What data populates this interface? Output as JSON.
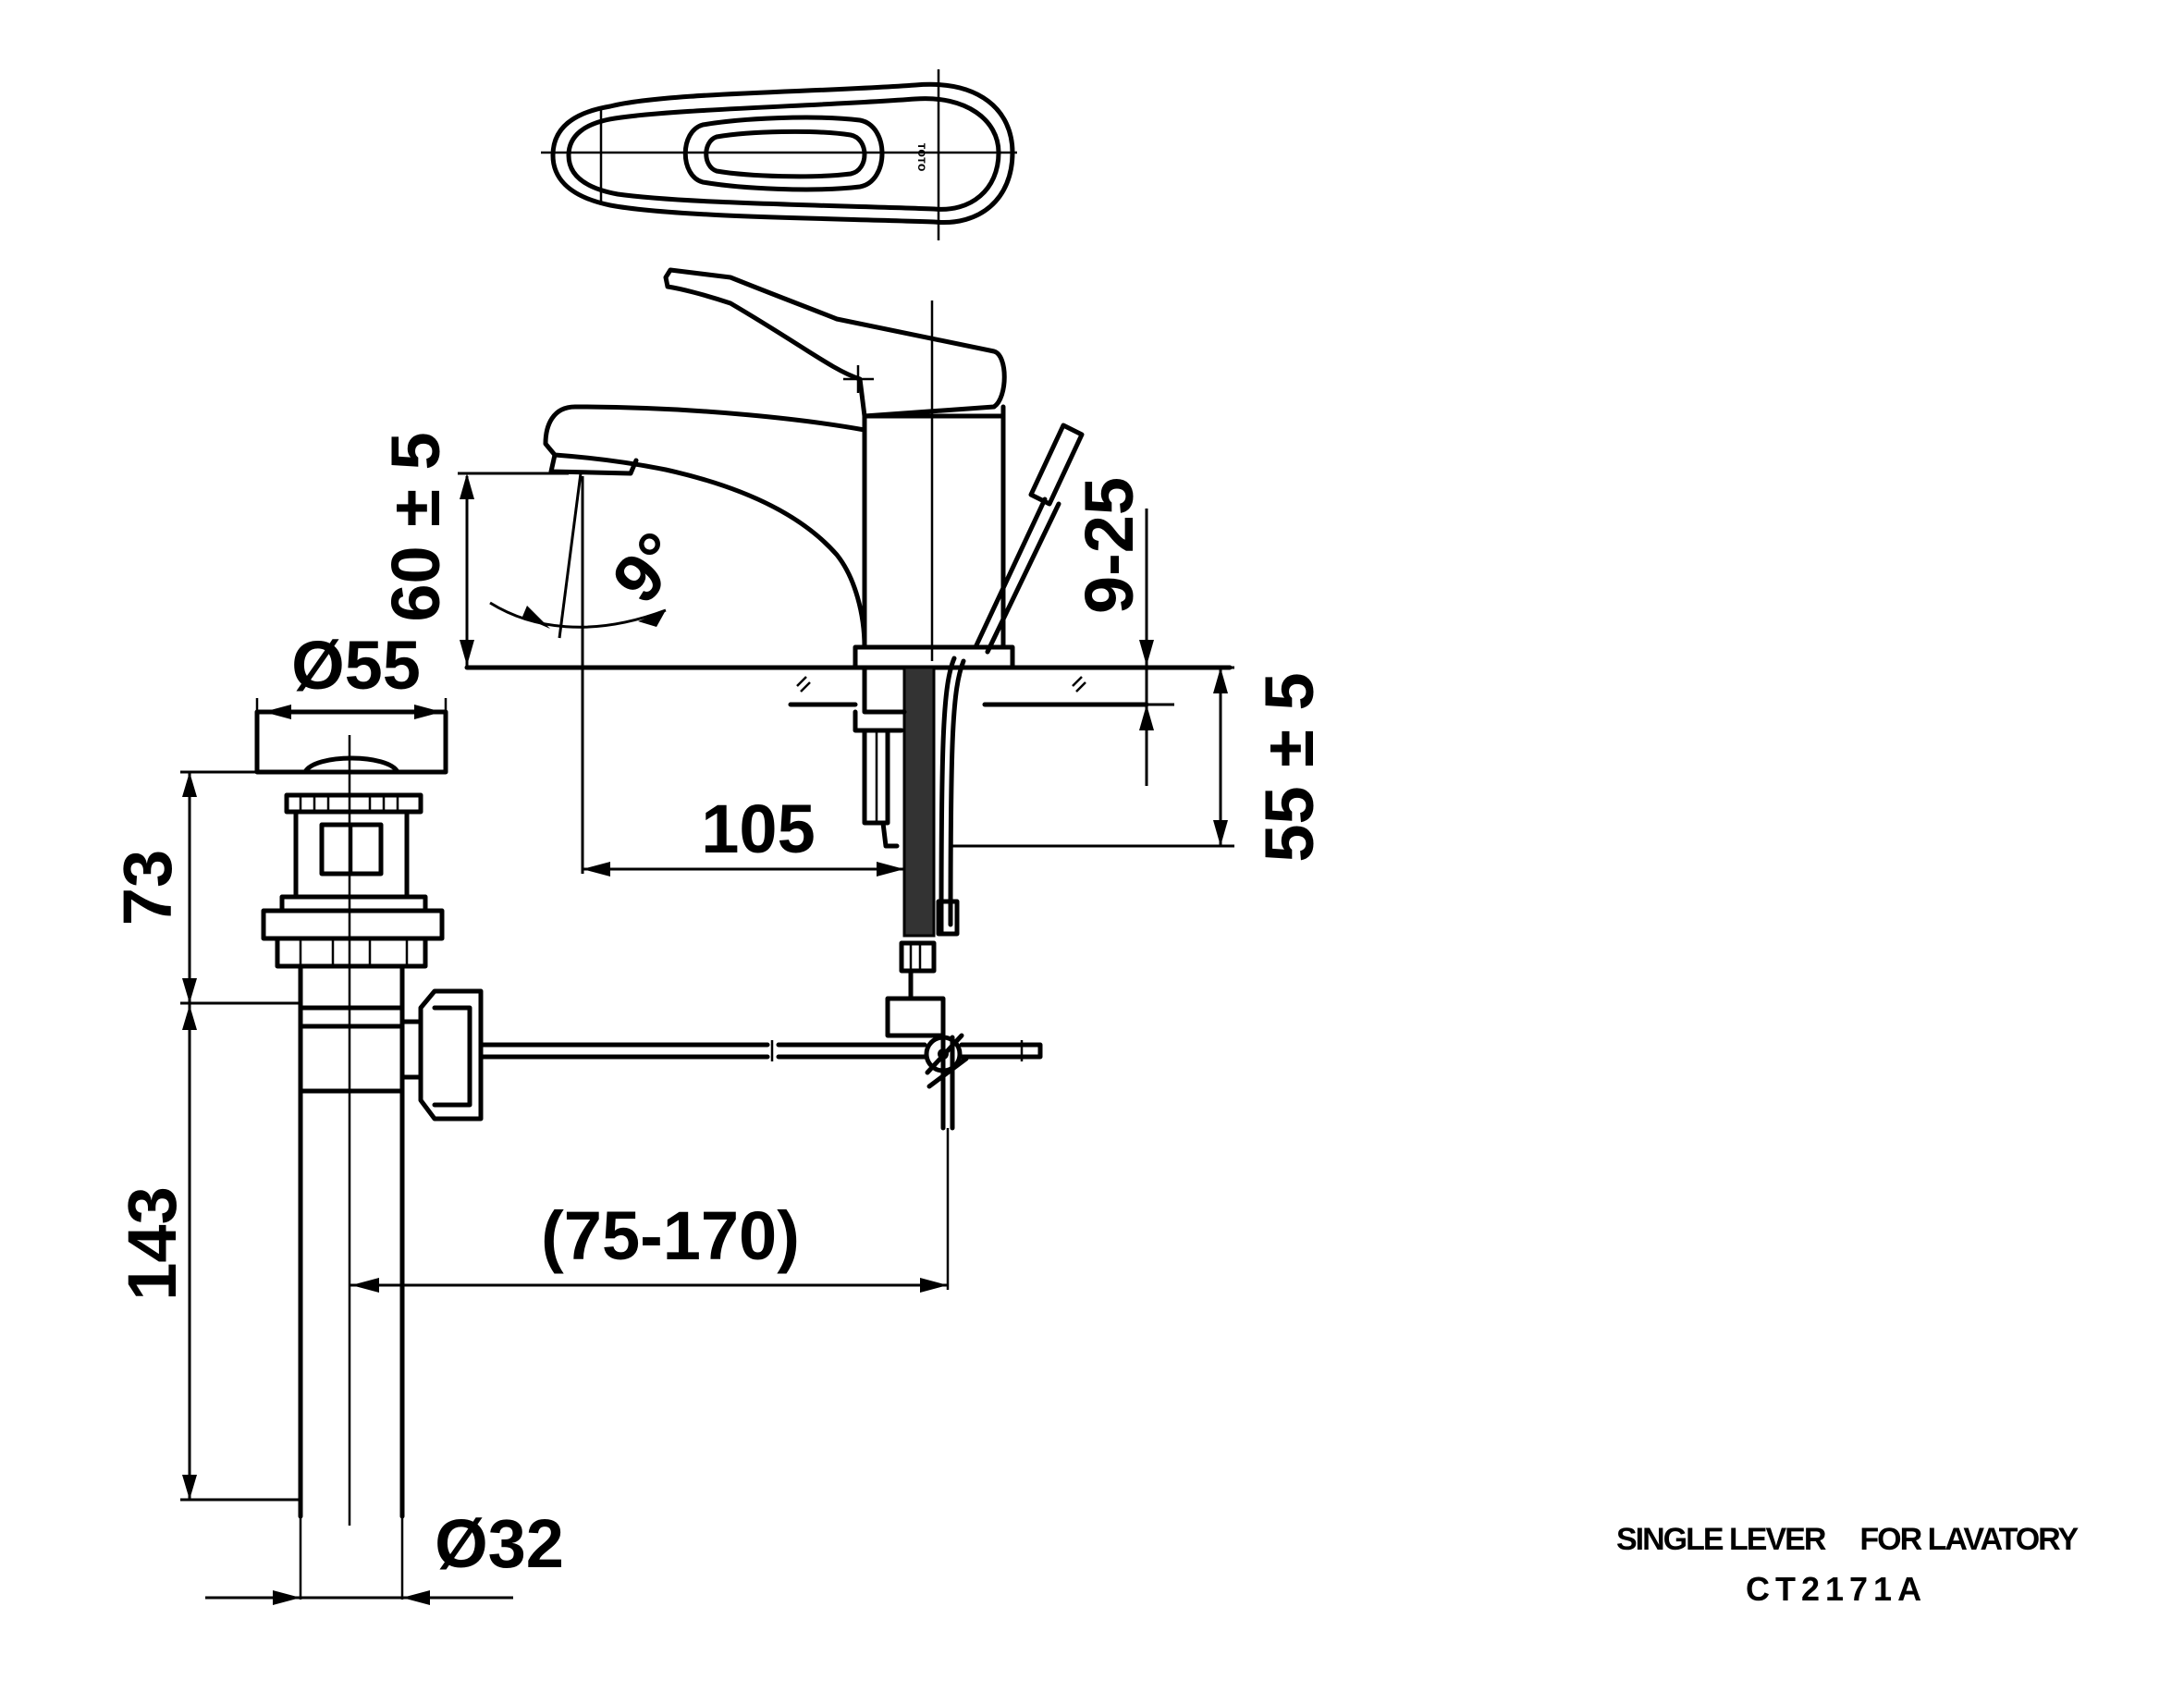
{
  "dimensions": {
    "height_60": "60 ± 5",
    "angle": "9°",
    "dia_55": "Ø55",
    "len_73": "73",
    "len_105": "105",
    "range_9_25": "9-25",
    "height_55": "55 ± 5",
    "range_75_170": "(75-170)",
    "len_143": "143",
    "dia_32": "Ø32"
  },
  "caption": {
    "line1_a": "SINGLE LEVER",
    "line1_b": "FOR LAVATORY",
    "model": "CT2171A"
  }
}
